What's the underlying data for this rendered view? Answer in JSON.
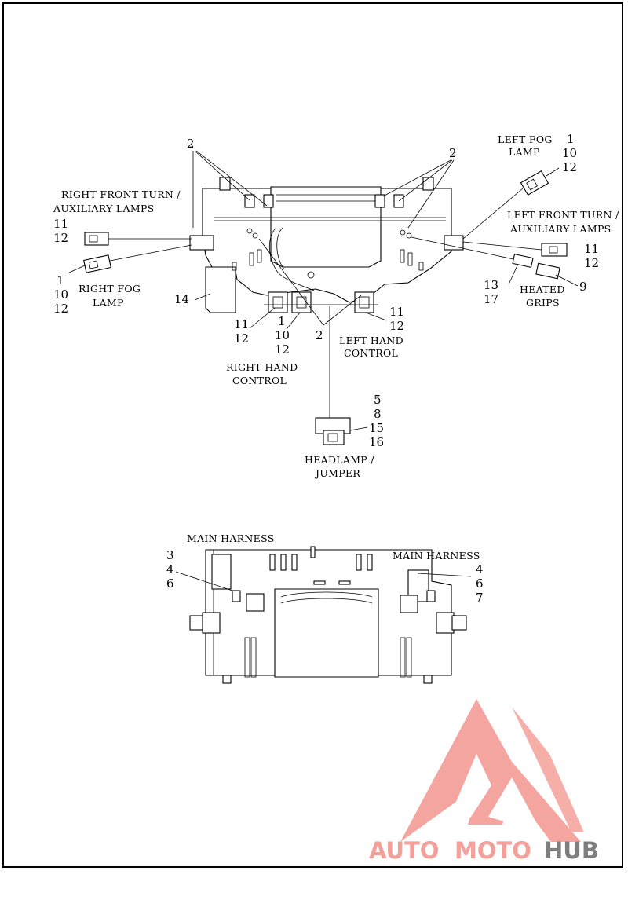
{
  "callouts_top": {
    "c2_left": "2",
    "c2_right": "2",
    "c2_center": "2",
    "rft_11": "11",
    "rft_12": "12",
    "rfog_1": "1",
    "rfog_10": "10",
    "rfog_12": "12",
    "c14": "14",
    "rhc_11": "11",
    "rhc_12": "12",
    "rhc_1": "1",
    "rhc_10": "10",
    "rhc_12b": "12",
    "lhc_11": "11",
    "lhc_12": "12",
    "lfog_1": "1",
    "lfog_10": "10",
    "lfog_12": "12",
    "lft_11": "11",
    "lft_12": "12",
    "hg_13": "13",
    "hg_17": "17",
    "hg_9": "9",
    "hl_5": "5",
    "hl_8": "8",
    "hl_15": "15",
    "hl_16": "16"
  },
  "labels_top": {
    "right_front_turn_1": "RIGHT FRONT TURN /",
    "right_front_turn_2": "AUXILIARY LAMPS",
    "right_fog_1": "RIGHT FOG",
    "right_fog_2": "LAMP",
    "left_fog_1": "LEFT FOG",
    "left_fog_2": "LAMP",
    "left_front_turn_1": "LEFT FRONT TURN /",
    "left_front_turn_2": "AUXILIARY LAMPS",
    "heated_grips_1": "HEATED",
    "heated_grips_2": "GRIPS",
    "left_hand_control_1": "LEFT HAND",
    "left_hand_control_2": "CONTROL",
    "right_hand_control_1": "RIGHT HAND",
    "right_hand_control_2": "CONTROL",
    "headlamp_1": "HEADLAMP /",
    "headlamp_2": "JUMPER"
  },
  "bottom": {
    "main_harness_left": "MAIN HARNESS",
    "main_harness_right": "MAIN HARNESS",
    "l3": "3",
    "l4": "4",
    "l6": "6",
    "r4": "4",
    "r6": "6",
    "r7": "7"
  },
  "watermark": {
    "part1": "AUTO",
    "part2": "MOTO",
    "part3": "HUB",
    "color_primary": "#f4a09a",
    "color_secondary": "#7f7f7f"
  }
}
